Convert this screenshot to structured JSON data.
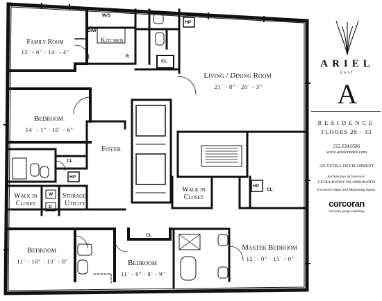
{
  "rooms": {
    "family": {
      "name": "Family Room",
      "dims": "12´ - 6\" · 14´ - 4\""
    },
    "kitchen": {
      "name": "Kitchen"
    },
    "living": {
      "name": "Living / Dining Room",
      "dims": "21´ - 8\" · 20´ - 3\""
    },
    "bedroom1": {
      "name": "Bedroom",
      "dims": "14´ - 1\" · 10´ - 6\""
    },
    "foyer": {
      "name": "Foyer"
    },
    "walkin1": {
      "name": "Walk in Closet"
    },
    "storage": {
      "name": "Storage/ Utility"
    },
    "walkin2": {
      "name": "Walk in Closet"
    },
    "bedroom2": {
      "name": "Bedroom",
      "dims": "11´ - 10\" · 13´ - 8\""
    },
    "bedroom3": {
      "name": "Bedroom",
      "dims": "11´ - 0\" · 8´ - 9\""
    },
    "master": {
      "name": "Master Bedroom",
      "dims": "12´ - 0\" · 15´ - 0\""
    }
  },
  "tags": {
    "ws": "W/S",
    "dw": "D/W",
    "r": "R",
    "cl_kitchen": "CL",
    "hp_top": "HP",
    "cl_bed1": "CL",
    "hp_hall": "HP",
    "w": "W",
    "d": "D",
    "hp_right": "HP",
    "cl_right": "CL",
    "cl_bottom": "CL"
  },
  "sidebar": {
    "brand": "ARIEL",
    "brand_sub": "EAST",
    "unit_letter": "A",
    "residence": "RESIDENCE",
    "floors": "FLOORS 29 - 33",
    "phone": "212.634.6586",
    "website": "www.arielcondos.com",
    "developer": "AN EXTELL DEVELOPMENT",
    "architects_label": "Architecture & Interiors:",
    "architects": "CETRA/RUDDY INCORPORATED",
    "sales": "Exclusive Sales and Marketing Agent:",
    "agent": "corcoran",
    "agent_sub": "corcoran group marketing"
  }
}
